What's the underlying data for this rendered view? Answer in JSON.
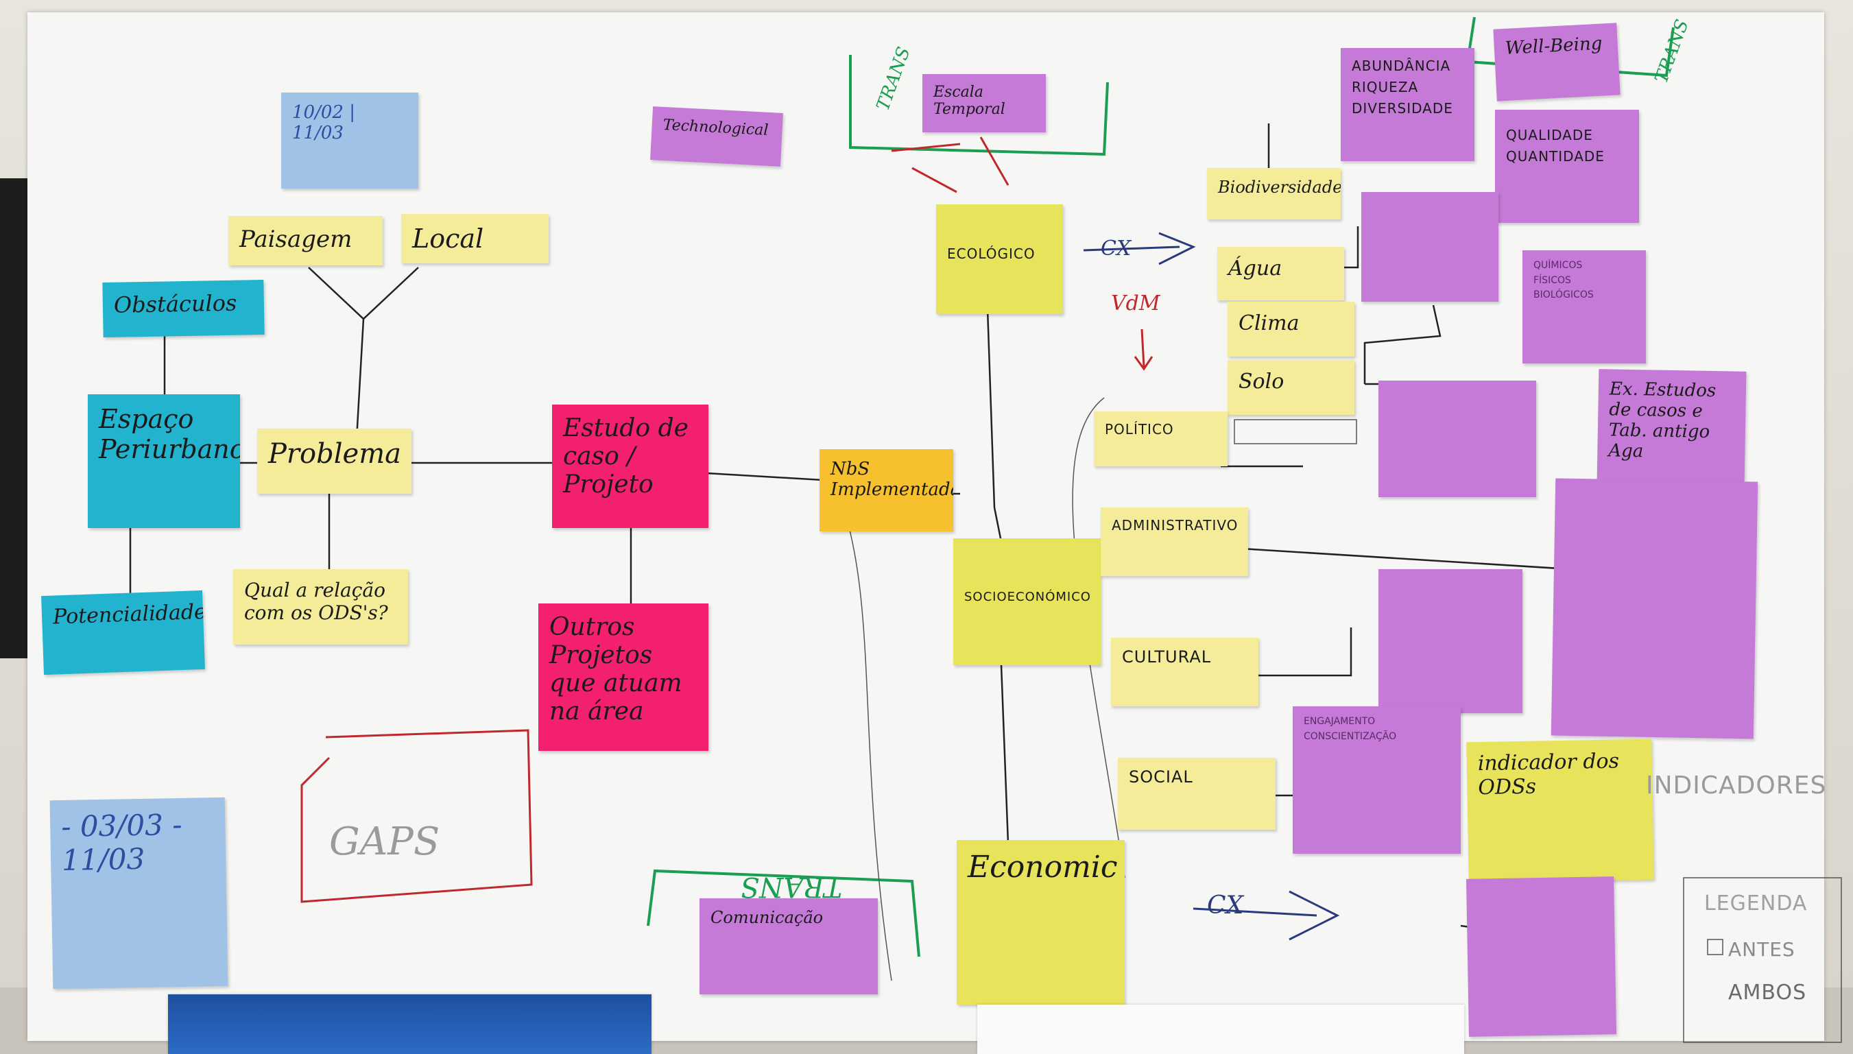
{
  "notes": {
    "date_top": "10/02 | 11/03",
    "technological": "Technological",
    "escala_temporal": "Escala Temporal",
    "well_being": "Well-Being",
    "paisagem": "Paisagem",
    "local": "Local",
    "obstaculos": "Obstáculos",
    "espaco_periurbano": "Espaço Periurbano",
    "problema": "Problema",
    "potencialidades": "Potencialidades",
    "qual_relacao": "Qual a relação com os ODS's?",
    "estudo_caso": "Estudo de caso / Projeto",
    "outros_projetos": "Outros Projetos que atuam na área",
    "nbs_implementada": "NbS Implementada",
    "ecologico": "ECOLÓGICO",
    "socioeconomico": "SOCIOECONÓMICO",
    "economic": "Economic",
    "biodiversidade": "Biodiversidade",
    "agua": "Água",
    "clima": "Clima",
    "solo": "Solo",
    "politico": "POLÍTICO",
    "administrativo": "ADMINISTRATIVO",
    "cultural": "CULTURAL",
    "social": "SOCIAL",
    "indicador_ods": "indicador dos ODSs",
    "ex_estudos": "Ex. Estudos de casos e Tab. antigo Aga",
    "comunicacao": "Comunicação",
    "date_bottom": "- 03/03 - 11/03",
    "abundancia": "ABUNDÂNCIA",
    "riqueza": "RIQUEZA",
    "diversidade": "DIVERSIDADE",
    "qualidade": "QUALIDADE",
    "quantidade": "QUANTIDADE",
    "quimicos": "QUÍMICOS",
    "fisicos": "FÍSICOS",
    "biologicos": "BIOLÓGICOS",
    "engajamento": "ENGAJAMENTO",
    "consciencializacao": "CONSCIENTIZAÇÃO"
  },
  "annotations": {
    "trans_top": "TRANS",
    "trans_right": "TRANS",
    "trans_bottom": "TRANS",
    "cx_top": "CX",
    "cx_bottom": "CX",
    "vdm": "VdM",
    "gaps": "GAPS",
    "indicadores": "INDICADORES",
    "legenda": "LEGENDA",
    "legend_antes": "ANTES",
    "legend_ambos": "AMBOS"
  },
  "colors": {
    "yellow": "#f5ec9a",
    "lime": "#e7e35a",
    "purple": "#c47ad6",
    "pink": "#f2206e",
    "cyan": "#22b4cf",
    "blue": "#9fc2e6",
    "orange": "#f7c02e",
    "green_ink": "#1a9e52",
    "red_ink": "#c0282d"
  }
}
